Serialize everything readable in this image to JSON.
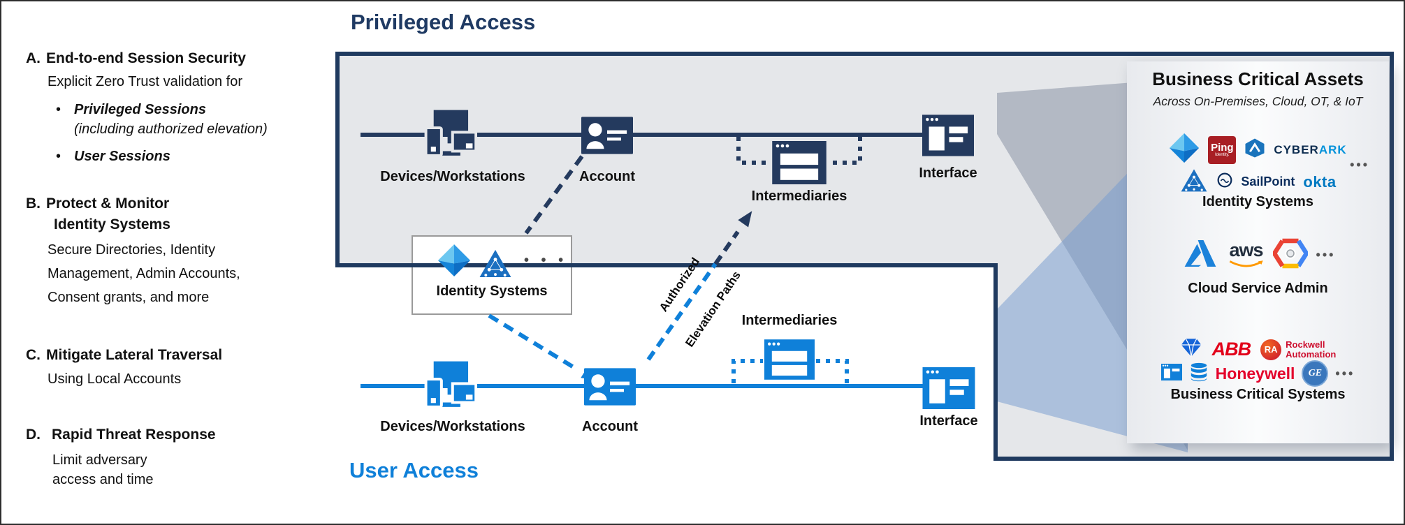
{
  "diagram": {
    "privileged": {
      "title": "Privileged Access",
      "devices_label": "Devices/Workstations",
      "account_label": "Account",
      "intermediaries_label": "Intermediaries",
      "interface_label": "Interface"
    },
    "user": {
      "title": "User Access",
      "devices_label": "Devices/Workstations",
      "account_label": "Account",
      "intermediaries_label": "Intermediaries",
      "interface_label": "Interface"
    },
    "identity_box": {
      "label": "Identity Systems",
      "dots": "• • •"
    },
    "elevation_arrow": {
      "line1": "Authorized",
      "line2": "Elevation Paths"
    }
  },
  "sidebar": {
    "a": {
      "letter": "A.",
      "title": "End-to-end Session Security",
      "line1": "Explicit Zero Trust validation for",
      "bullet_glyph": "•",
      "bullet1": "Privileged Sessions",
      "bullet1_note": "(including authorized elevation)",
      "bullet2": "User Sessions"
    },
    "b": {
      "letter": "B.",
      "title_line1": "Protect & Monitor",
      "title_line2": "Identity Systems",
      "body_line1": "Secure Directories, Identity",
      "body_line2": "Management, Admin Accounts,",
      "body_line3": "Consent grants, and more"
    },
    "c": {
      "letter": "C.",
      "title": "Mitigate Lateral Traversal",
      "body": "Using Local Accounts"
    },
    "d": {
      "letter": "D.",
      "title": "Rapid Threat Response",
      "body_line1": "Limit adversary",
      "body_line2": "access and time"
    }
  },
  "assets_panel": {
    "title": "Business Critical Assets",
    "subtitle": "Across On-Premises, Cloud, OT, & IoT",
    "identity_label": "Identity Systems",
    "cloud_label": "Cloud Service Admin",
    "bcs_label": "Business Critical Systems",
    "dots": "•••",
    "logos": {
      "ping_line1": "Ping",
      "ping_line2": "Identity.",
      "cyberark_part1": "CYBER",
      "cyberark_part2": "ARK",
      "sailpoint": "SailPoint",
      "okta": "okta",
      "aws": "aws",
      "abb": "ABB",
      "ra_badge": "RA",
      "rockwell_line1": "Rockwell",
      "rockwell_line2": "Automation",
      "honeywell": "Honeywell",
      "ge": "GE"
    }
  },
  "colors": {
    "navy_border": "#1f3a5f",
    "privileged_icon": "#243a5e",
    "user_blue": "#0f80d9",
    "privileged_fill": "#e5e7ea",
    "beam_gray": "#94a0b2",
    "beam_blue": "#769ed0",
    "identity_box_border": "#9a9a9a"
  }
}
